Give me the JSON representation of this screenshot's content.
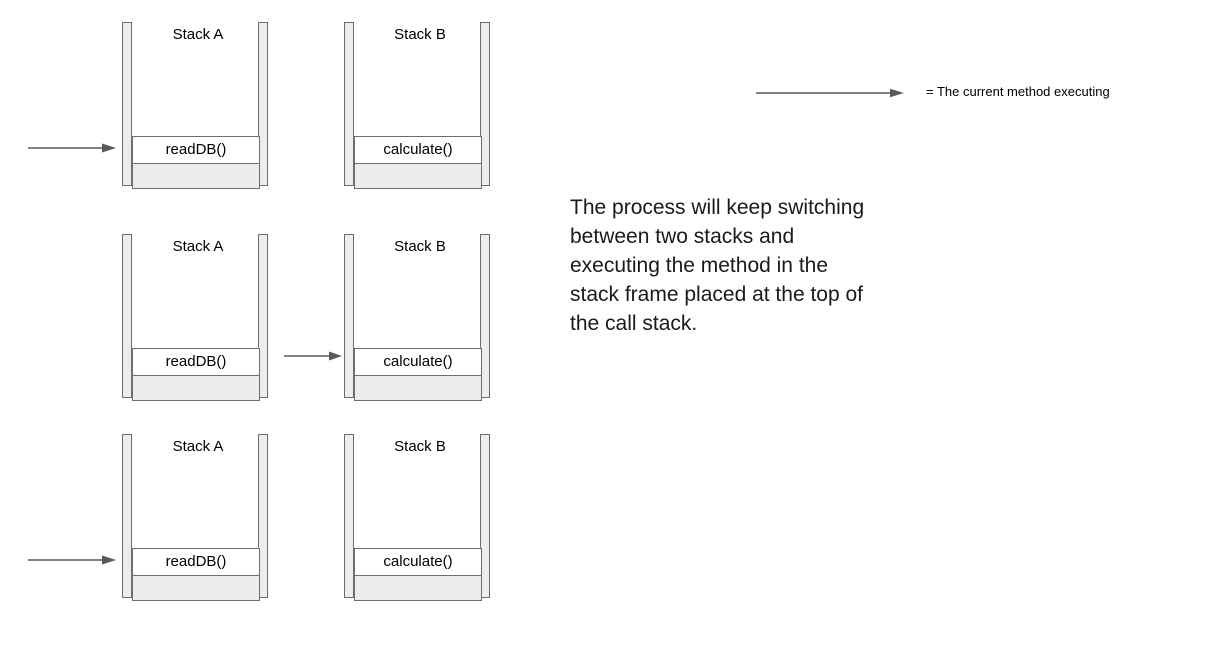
{
  "legend": {
    "arrow_icon": "right-arrow-icon",
    "text": "= The current method executing",
    "arrow_color": "#595959"
  },
  "description": {
    "text": "The process will keep switching between two stacks and executing the method in the stack frame placed at the top of the call stack."
  },
  "colors": {
    "pillar_fill": "#ececec",
    "frame_border": "#6e6e6e",
    "frame_fill": "#ffffff",
    "empty_frame_fill": "#ececec",
    "arrow": "#595959",
    "text": "#000000"
  },
  "rows": [
    {
      "id": "row-0",
      "left_arrow": {
        "visible": true,
        "name": "execution-arrow-row-1"
      },
      "mid_arrow": {
        "visible": false
      },
      "stacks": [
        {
          "title": "Stack A",
          "name": "stack-a",
          "frames": [
            {
              "label": "readDB()",
              "empty": false
            },
            {
              "label": "",
              "empty": true
            }
          ]
        },
        {
          "title": "Stack B",
          "name": "stack-b",
          "frames": [
            {
              "label": "calculate()",
              "empty": false
            },
            {
              "label": "",
              "empty": true
            }
          ]
        }
      ]
    },
    {
      "id": "row-1",
      "left_arrow": {
        "visible": false
      },
      "mid_arrow": {
        "visible": true,
        "name": "switch-arrow-row-2"
      },
      "stacks": [
        {
          "title": "Stack A",
          "name": "stack-a",
          "frames": [
            {
              "label": "readDB()",
              "empty": false
            },
            {
              "label": "",
              "empty": true
            }
          ]
        },
        {
          "title": "Stack B",
          "name": "stack-b",
          "frames": [
            {
              "label": "calculate()",
              "empty": false
            },
            {
              "label": "",
              "empty": true
            }
          ]
        }
      ]
    },
    {
      "id": "row-2",
      "left_arrow": {
        "visible": true,
        "name": "execution-arrow-row-3"
      },
      "mid_arrow": {
        "visible": false
      },
      "stacks": [
        {
          "title": "Stack A",
          "name": "stack-a",
          "frames": [
            {
              "label": "readDB()",
              "empty": false
            },
            {
              "label": "",
              "empty": true
            }
          ]
        },
        {
          "title": "Stack B",
          "name": "stack-b",
          "frames": [
            {
              "label": "calculate()",
              "empty": false
            },
            {
              "label": "",
              "empty": true
            }
          ]
        }
      ]
    }
  ]
}
